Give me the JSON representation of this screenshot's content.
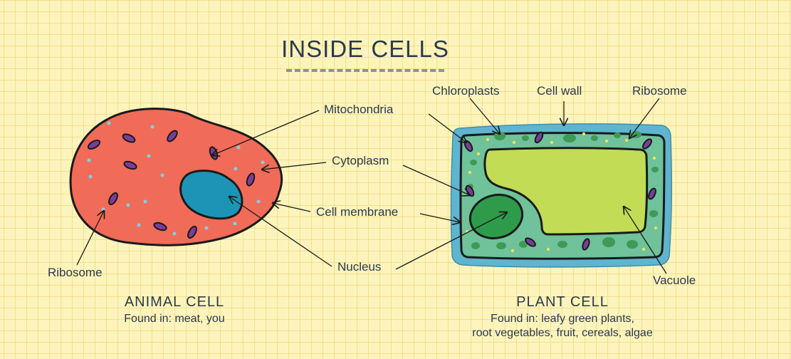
{
  "title": "INSIDE CELLS",
  "labels": {
    "mitochondria": "Mitochondria",
    "cytoplasm": "Cytoplasm",
    "cell_membrane": "Cell membrane",
    "nucleus": "Nucleus",
    "ribosome_animal": "Ribosome",
    "chloroplasts": "Chloroplasts",
    "cell_wall": "Cell wall",
    "ribosome_plant": "Ribosome",
    "vacuole": "Vacuole"
  },
  "animal_cell": {
    "title": "ANIMAL CELL",
    "subtitle": "Found in: meat, you"
  },
  "plant_cell": {
    "title": "PLANT CELL",
    "subtitle_line1": "Found in: leafy green plants,",
    "subtitle_line2": "root vegetables, fruit, cereals, algae"
  },
  "colors": {
    "background": "#fdf4bd",
    "grid": "#f2e08a",
    "animal_cytoplasm": "#f06c58",
    "animal_nucleus": "#1d94b5",
    "mitochondria": "#7a3d9a",
    "ribosome_dot": "#7fd0ea",
    "plant_outer_wall": "#5fb5cf",
    "plant_cytoplasm": "#6fc29a",
    "plant_vacuole": "#c2dd55",
    "plant_nucleus": "#2e9b4a",
    "chloroplast": "#3f9a55",
    "plant_ribosome_dot": "#e9e35a",
    "outline": "#1a1a1a",
    "text": "#2a3a4e"
  }
}
